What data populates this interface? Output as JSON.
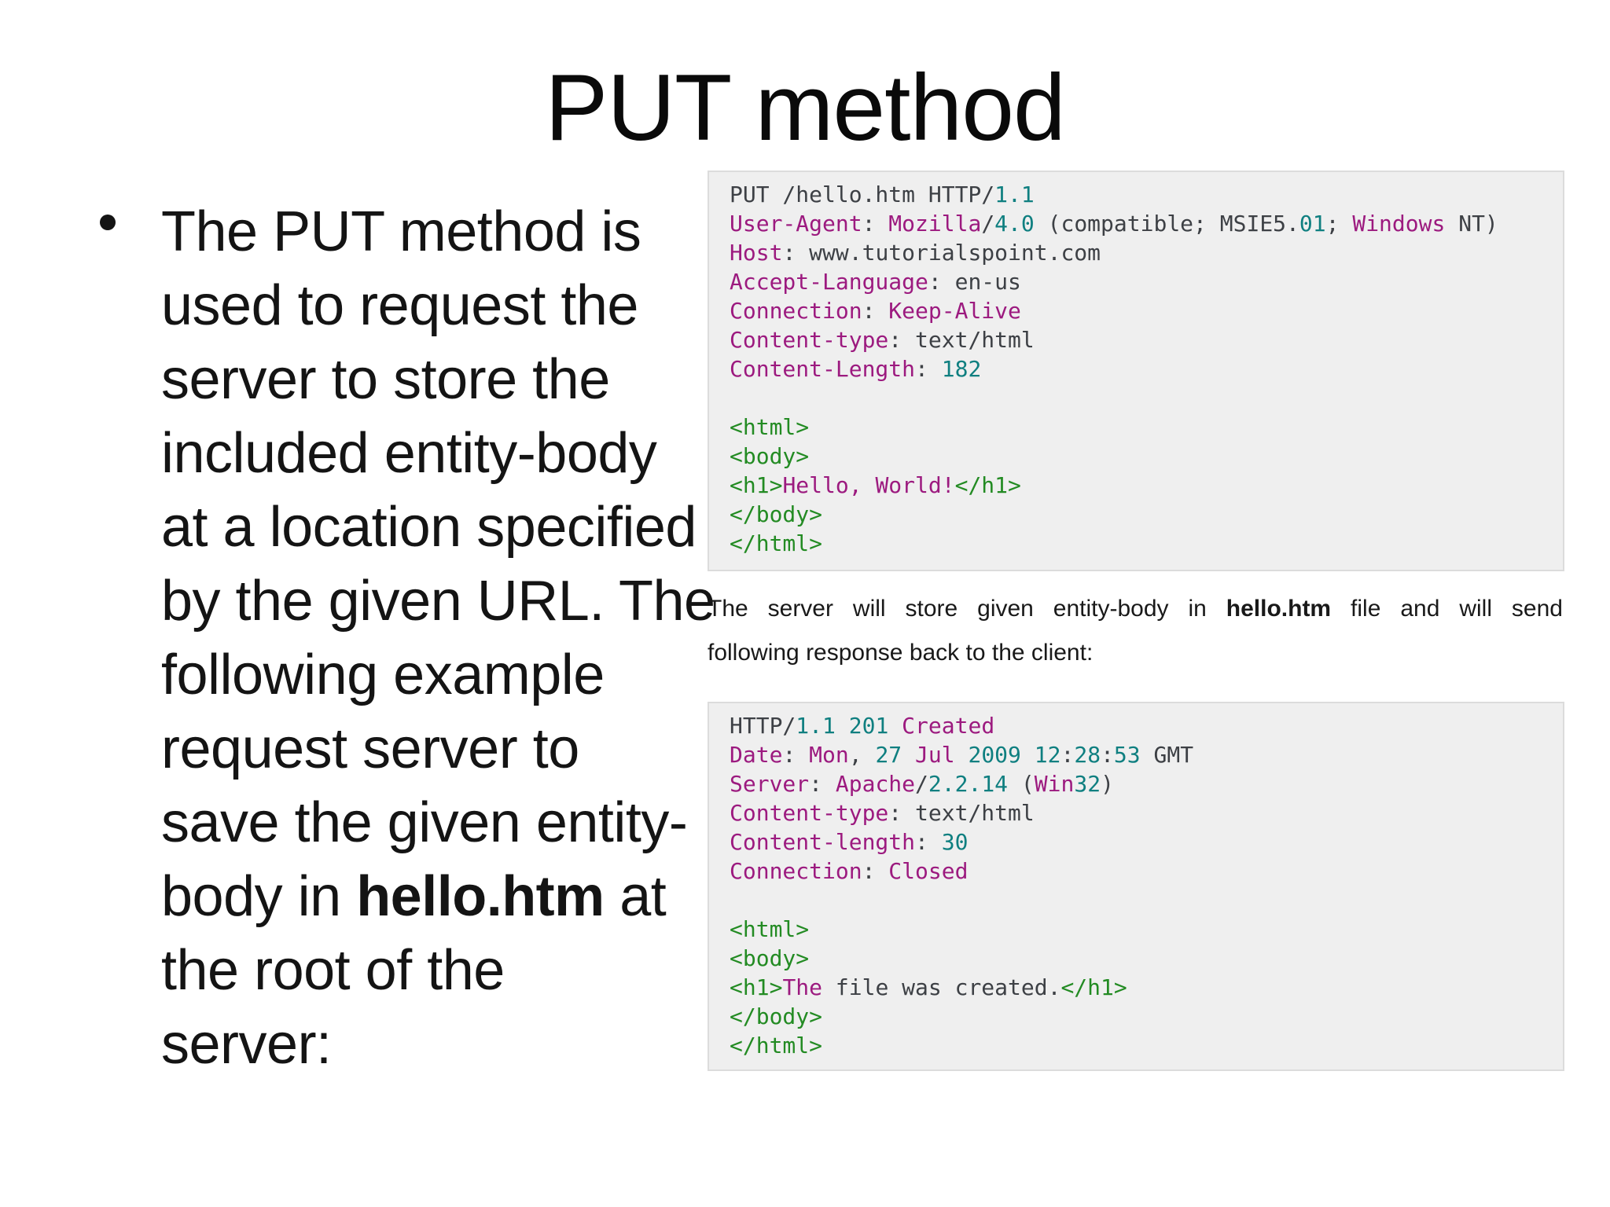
{
  "slide": {
    "title": "PUT method",
    "bullet": {
      "marker": "bullet-dot",
      "lines": [
        [
          {
            "t": "The PUT method is"
          }
        ],
        [
          {
            "t": "used to request the"
          }
        ],
        [
          {
            "t": "server to store the"
          }
        ],
        [
          {
            "t": "included entity-body"
          }
        ],
        [
          {
            "t": "at a location specified"
          }
        ],
        [
          {
            "t": "by the given URL. The"
          }
        ],
        [
          {
            "t": "following example"
          }
        ],
        [
          {
            "t": "request server to"
          }
        ],
        [
          {
            "t": "save the given entity-"
          }
        ],
        [
          {
            "t": "body in "
          },
          {
            "t": "hello.htm",
            "b": true
          },
          {
            "t": " at"
          }
        ],
        [
          {
            "t": "the root of the"
          }
        ],
        [
          {
            "t": "server:"
          }
        ]
      ]
    },
    "request_block": {
      "lines": [
        [
          {
            "t": "PUT /hello.htm HTTP/",
            "c": "plain"
          },
          {
            "t": "1.1",
            "c": "num"
          }
        ],
        [
          {
            "t": "User-Agent",
            "c": "attr"
          },
          {
            "t": ": ",
            "c": "plain"
          },
          {
            "t": "Mozilla",
            "c": "attr"
          },
          {
            "t": "/",
            "c": "plain"
          },
          {
            "t": "4.0",
            "c": "num"
          },
          {
            "t": " (compatible; MSIE5.",
            "c": "plain"
          },
          {
            "t": "01",
            "c": "num"
          },
          {
            "t": "; ",
            "c": "plain"
          },
          {
            "t": "Windows",
            "c": "attr"
          },
          {
            "t": " NT)",
            "c": "plain"
          }
        ],
        [
          {
            "t": "Host",
            "c": "attr"
          },
          {
            "t": ": www.tutorialspoint.com",
            "c": "plain"
          }
        ],
        [
          {
            "t": "Accept-Language",
            "c": "attr"
          },
          {
            "t": ": en-us",
            "c": "plain"
          }
        ],
        [
          {
            "t": "Connection",
            "c": "attr"
          },
          {
            "t": ": ",
            "c": "plain"
          },
          {
            "t": "Keep-Alive",
            "c": "attr"
          }
        ],
        [
          {
            "t": "Content-type",
            "c": "attr"
          },
          {
            "t": ": text/html",
            "c": "plain"
          }
        ],
        [
          {
            "t": "Content-Length",
            "c": "attr"
          },
          {
            "t": ": ",
            "c": "plain"
          },
          {
            "t": "182",
            "c": "num"
          }
        ],
        [],
        [
          {
            "t": "<html>",
            "c": "tag"
          }
        ],
        [
          {
            "t": "<body>",
            "c": "tag"
          }
        ],
        [
          {
            "t": "<h1>",
            "c": "tag"
          },
          {
            "t": "Hello, World!",
            "c": "attr"
          },
          {
            "t": "</h1>",
            "c": "tag"
          }
        ],
        [
          {
            "t": "</body>",
            "c": "tag"
          }
        ],
        [
          {
            "t": "</html>",
            "c": "tag"
          }
        ]
      ]
    },
    "paragraph": {
      "lines": [
        [
          {
            "t": "The server will store given entity-body in "
          },
          {
            "t": "hello.htm",
            "b": true
          },
          {
            "t": " file and will send"
          }
        ],
        [
          {
            "t": "following response back to the client:"
          }
        ]
      ]
    },
    "response_block": {
      "lines": [
        [
          {
            "t": "HTTP/",
            "c": "plain"
          },
          {
            "t": "1.1",
            "c": "num"
          },
          {
            "t": " ",
            "c": "plain"
          },
          {
            "t": "201",
            "c": "num"
          },
          {
            "t": " ",
            "c": "plain"
          },
          {
            "t": "Created",
            "c": "attr"
          }
        ],
        [
          {
            "t": "Date",
            "c": "attr"
          },
          {
            "t": ": ",
            "c": "plain"
          },
          {
            "t": "Mon",
            "c": "attr"
          },
          {
            "t": ", ",
            "c": "plain"
          },
          {
            "t": "27",
            "c": "num"
          },
          {
            "t": " ",
            "c": "plain"
          },
          {
            "t": "Jul",
            "c": "attr"
          },
          {
            "t": " ",
            "c": "plain"
          },
          {
            "t": "2009",
            "c": "num"
          },
          {
            "t": " ",
            "c": "plain"
          },
          {
            "t": "12",
            "c": "num"
          },
          {
            "t": ":",
            "c": "plain"
          },
          {
            "t": "28",
            "c": "num"
          },
          {
            "t": ":",
            "c": "plain"
          },
          {
            "t": "53",
            "c": "num"
          },
          {
            "t": " GMT",
            "c": "plain"
          }
        ],
        [
          {
            "t": "Server",
            "c": "attr"
          },
          {
            "t": ": ",
            "c": "plain"
          },
          {
            "t": "Apache",
            "c": "attr"
          },
          {
            "t": "/",
            "c": "plain"
          },
          {
            "t": "2.2.14",
            "c": "num"
          },
          {
            "t": " (",
            "c": "plain"
          },
          {
            "t": "Win",
            "c": "attr"
          },
          {
            "t": "32",
            "c": "num"
          },
          {
            "t": ")",
            "c": "plain"
          }
        ],
        [
          {
            "t": "Content-type",
            "c": "attr"
          },
          {
            "t": ": text/html",
            "c": "plain"
          }
        ],
        [
          {
            "t": "Content-length",
            "c": "attr"
          },
          {
            "t": ": ",
            "c": "plain"
          },
          {
            "t": "30",
            "c": "num"
          }
        ],
        [
          {
            "t": "Connection",
            "c": "attr"
          },
          {
            "t": ": ",
            "c": "plain"
          },
          {
            "t": "Closed",
            "c": "attr"
          }
        ],
        [],
        [
          {
            "t": "<html>",
            "c": "tag"
          }
        ],
        [
          {
            "t": "<body>",
            "c": "tag"
          }
        ],
        [
          {
            "t": "<h1>",
            "c": "tag"
          },
          {
            "t": "The",
            "c": "attr"
          },
          {
            "t": " file was created.",
            "c": "plain"
          },
          {
            "t": "</h1>",
            "c": "tag"
          }
        ],
        [
          {
            "t": "</body>",
            "c": "tag"
          }
        ],
        [
          {
            "t": "</html>",
            "c": "tag"
          }
        ]
      ]
    },
    "colors": {
      "code_plain": "#3d4045",
      "code_attr": "#9c1a7f",
      "code_num": "#0f7f80",
      "code_tag": "#238b23",
      "code_bg": "#efefef",
      "code_border": "#dcdcdc",
      "body_text": "#141414"
    }
  }
}
